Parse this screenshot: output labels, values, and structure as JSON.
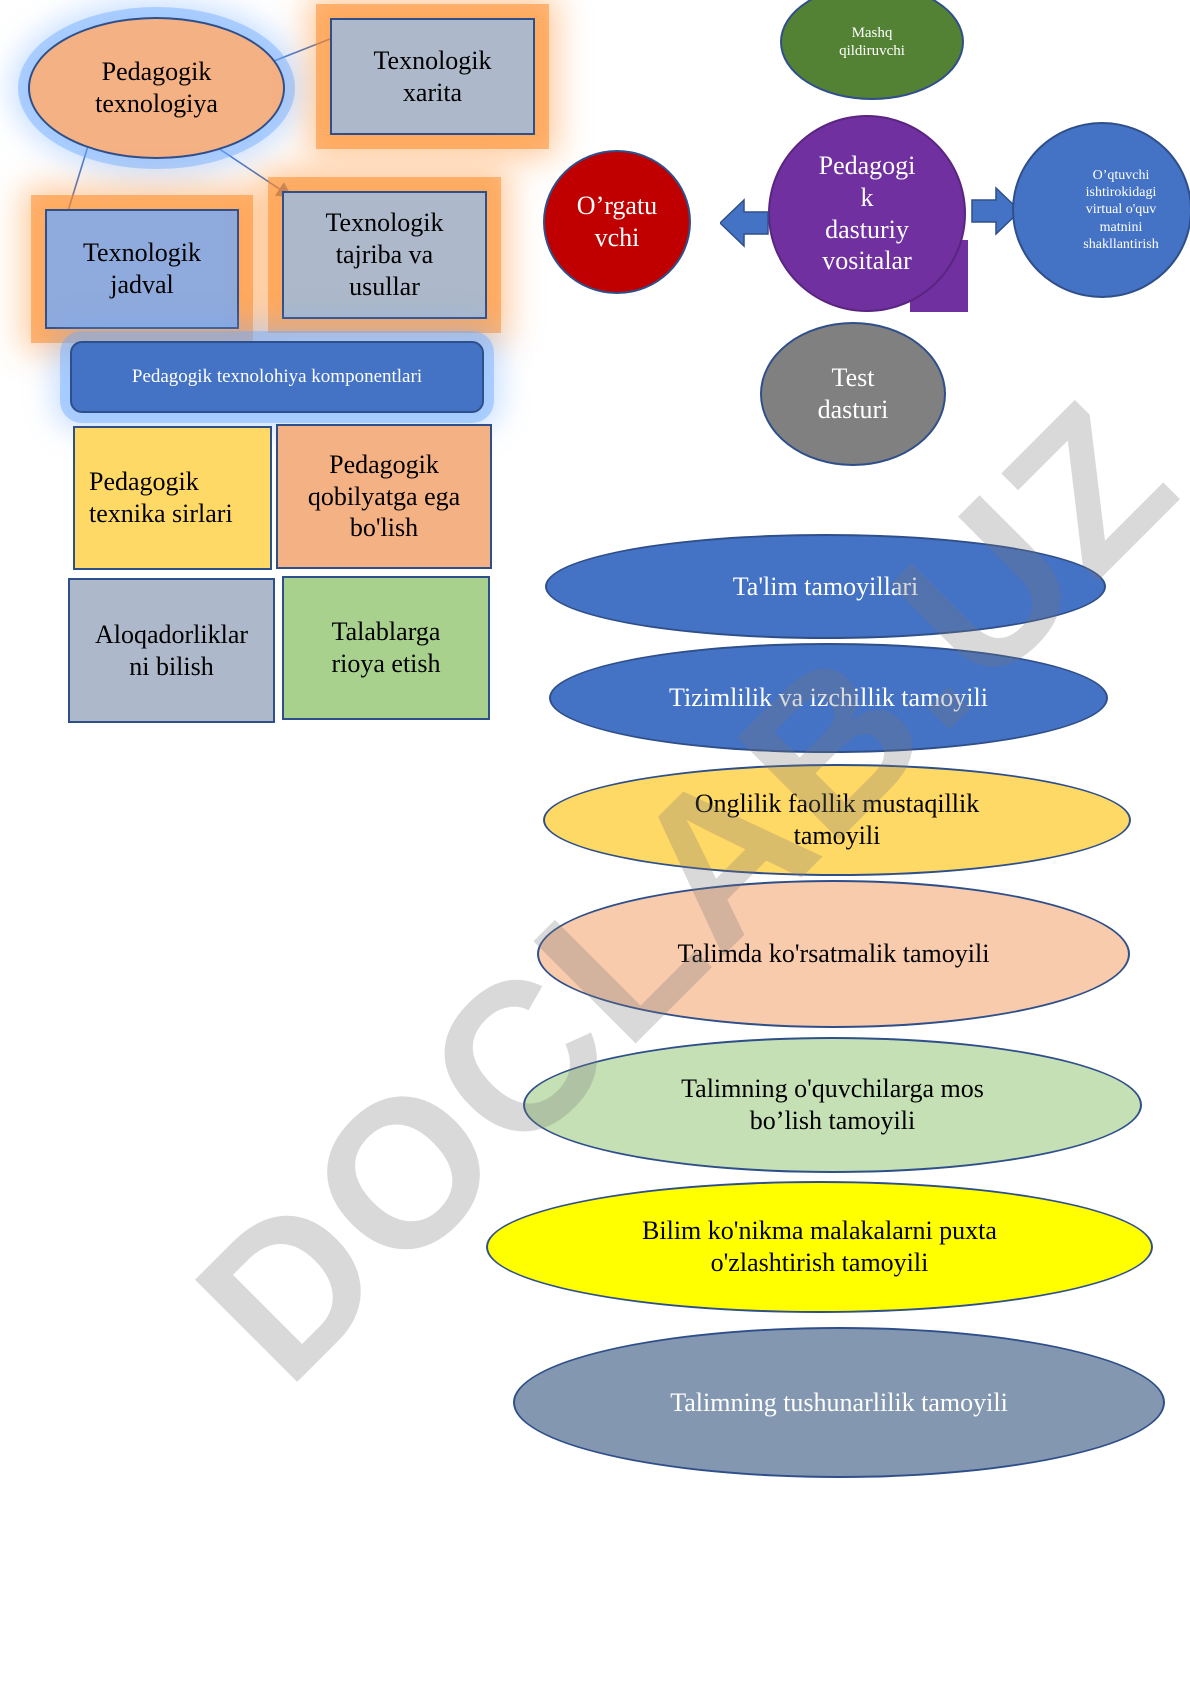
{
  "left_diagram": {
    "pedagogik_texnologiya": "Pedagogik\ntexnologiya",
    "texnologik_xarita": "Texnologik\nxarita",
    "texnologik_jadval": "Texnologik\njadval",
    "texnologik_tajriba": "Texnologik\ntajriba va\nusullar",
    "components_banner": "Pedagogik texnolohiya komponentlari",
    "grid": [
      "Pedagogik\ntexnika sirlari",
      "Pedagogik\nqobilyatga ega\nbo'lish",
      "Aloqadorliklar\nni bilish",
      "Talablarga\nrioya etish"
    ]
  },
  "right_diagram": {
    "mashq": "Mashq\nqildiruvchi",
    "center": "Pedagogi\nk\ndasturiy\nvositalar",
    "orgatuvchi": "O’rgatu\nvchi",
    "oqtuvchi": "O’qtuvchi\nishtirokidagi\nvirtual o'quv\nmatnini\nshakllantirish",
    "test": "Test\ndasturi"
  },
  "principles": [
    "Ta'lim tamoyillari",
    "Tizimlilik va izchillik tamoyili",
    "Onglilik faollik mustaqillik\ntamoyili",
    "Talimda ko'rsatmalik tamoyili",
    "Talimning o'quvchilarga mos\nbo’lish tamoyili",
    "Bilim ko'nikma malakalarni puxta\no'zlashtirish tamoyili",
    "Talimning tushunarlilik tamoyili"
  ],
  "watermark": "DOCLAB.UZ",
  "colors": {
    "orange_shape": "#f4b183",
    "gray_blue": "#adb9ca",
    "blue_box": "#8faadc",
    "dark_blue": "#4472c4",
    "yellow_light": "#ffd966",
    "peach": "#f8cbad",
    "light_green": "#c5e0b4",
    "green_box": "#a9d18e",
    "bright_yellow": "#ffff00",
    "slate": "#8497b0",
    "purple": "#7030a0",
    "red": "#c00000",
    "dark_green": "#548235",
    "gray": "#808080"
  }
}
